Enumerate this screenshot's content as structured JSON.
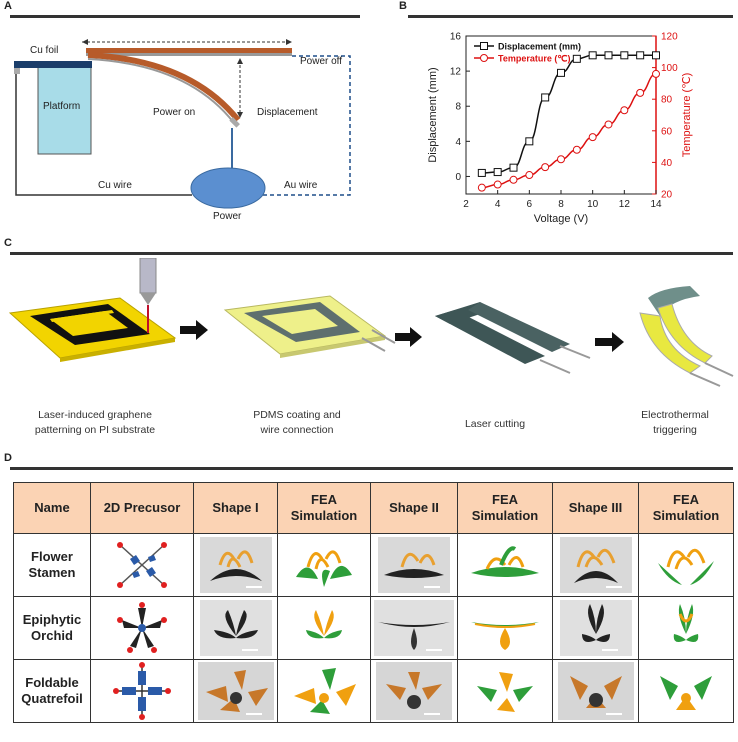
{
  "panels": {
    "a": "A",
    "b": "B",
    "c": "C",
    "d": "D"
  },
  "panel_a": {
    "cu_foil": "Cu foil",
    "power_off": "Power off",
    "platform": "Platform",
    "power_on": "Power on",
    "displacement": "Displacement",
    "cu_wire": "Cu wire",
    "au_wire": "Au wire",
    "power": "Power"
  },
  "chart_data": {
    "type": "line",
    "xlabel": "Voltage (V)",
    "ylabel": "Displacement (mm)",
    "y2label": "Temperature (℃)",
    "xlim": [
      2,
      14
    ],
    "ylim": [
      -2,
      16
    ],
    "y2lim": [
      20,
      120
    ],
    "xticks": [
      "2",
      "4",
      "6",
      "8",
      "10",
      "12",
      "14"
    ],
    "yticks": [
      "0",
      "4",
      "8",
      "12",
      "16"
    ],
    "y2ticks": [
      "20",
      "40",
      "60",
      "80",
      "100",
      "120"
    ],
    "x": [
      3,
      4,
      5,
      6,
      7,
      8,
      9,
      10,
      11,
      12,
      13,
      14
    ],
    "series": [
      {
        "name": "Displacement (mm)",
        "axis": "left",
        "color": "#111111",
        "marker": "square",
        "values": [
          0.4,
          0.5,
          1.0,
          4.0,
          9.0,
          11.8,
          13.4,
          13.8,
          13.8,
          13.8,
          13.8,
          13.8
        ]
      },
      {
        "name": "Temperature (℃)",
        "axis": "right",
        "color": "#dd1111",
        "marker": "circle",
        "values": [
          24,
          26,
          29,
          32,
          37,
          42,
          48,
          56,
          64,
          73,
          84,
          96
        ]
      }
    ]
  },
  "panel_c": {
    "captions": [
      "Laser-induced graphene\npatterning on PI substrate",
      "PDMS coating and\nwire connection",
      "Laser cutting",
      "Electrothermal\ntriggering"
    ]
  },
  "table": {
    "headers": [
      "Name",
      "2D Precusor",
      "Shape I",
      "FEA\nSimulation",
      "Shape II",
      "FEA\nSimulation",
      "Shape III",
      "FEA\nSimulation"
    ],
    "rows": [
      {
        "name": "Flower\nStamen"
      },
      {
        "name": "Epiphytic\nOrchid"
      },
      {
        "name": "Foldable\nQuatrefoil"
      }
    ]
  },
  "colors": {
    "accent_red": "#dd1111",
    "gold": "#f0a010",
    "green": "#2e9e3a",
    "header_bg": "#fbd3b4"
  }
}
